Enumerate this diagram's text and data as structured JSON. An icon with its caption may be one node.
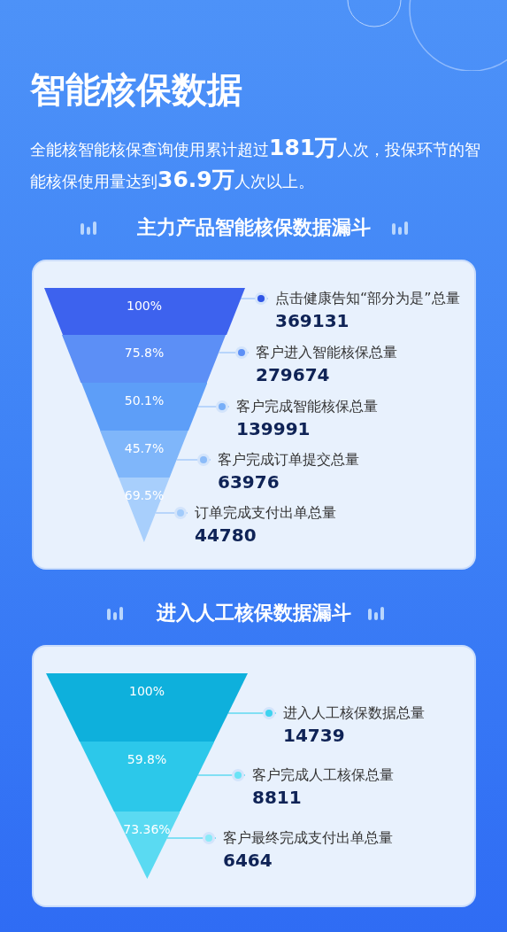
{
  "diagram": {
    "title": "智能核保数据",
    "nodes": [
      {
        "text": [
          "主力产品智能核保数据漏斗"
        ]
      },
      {
        "text": [
          "100%"
        ],
        "in": 0
      },
      {
        "text": [
          "75.8%"
        ],
        "in": 0
      },
      {
        "text": [
          "50.1%"
        ],
        "in": 0
      },
      {
        "text": [
          "45.7%"
        ],
        "in": 0
      },
      {
        "text": [
          "69.5%"
        ],
        "in": 0
      },
      {
        "text": [
          "点击健康告知“部分为是”总量",
          "369131"
        ],
        "in": 0
      },
      {
        "text": [
          "客户进入智能核保总量",
          "279674"
        ],
        "in": 0
      },
      {
        "text": [
          "客户完成智能核保总量",
          "139991"
        ],
        "in": 0
      },
      {
        "text": [
          "客户完成订单提交总量",
          "63976"
        ],
        "in": 0
      },
      {
        "text": [
          "订单完成支付出单总量",
          "44780"
        ],
        "in": 0
      },
      {
        "text": [
          "进入人工核保数据漏斗"
        ]
      },
      {
        "text": [
          "100%"
        ],
        "in": 11
      },
      {
        "text": [
          "59.8%"
        ],
        "in": 11
      },
      {
        "text": [
          "73.36%"
        ],
        "in": 11
      },
      {
        "text": [
          "进入人工核保数据总量",
          "14739"
        ],
        "in": 11
      },
      {
        "text": [
          "客户完成人工核保总量",
          "8811"
        ],
        "in": 11
      },
      {
        "text": [
          "客户最终完成支付出单总量",
          "6464"
        ],
        "in": 11
      }
    ],
    "edges": [
      {
        "from": 1,
        "to": 6,
        "arrow": "other"
      },
      {
        "from": 2,
        "to": 7,
        "arrow": "other"
      },
      {
        "from": 3,
        "to": 8,
        "arrow": "other"
      },
      {
        "from": 4,
        "to": 9,
        "arrow": "other"
      },
      {
        "from": 5,
        "to": 10,
        "arrow": "other"
      },
      {
        "from": 12,
        "to": 15,
        "arrow": "other",
        "color": "#5fd8f0"
      },
      {
        "from": 13,
        "to": 16,
        "arrow": "other",
        "color": "#5fd8f0"
      },
      {
        "from": 14,
        "to": 17,
        "arrow": "other",
        "color": "#5fd8f0"
      }
    ],
    "labels": [
      "全能核智能核保查询使用累计超过**181万**人次，投保环节的智能核保使用量达到**36.9万**人次以上。"
    ]
  }
}
